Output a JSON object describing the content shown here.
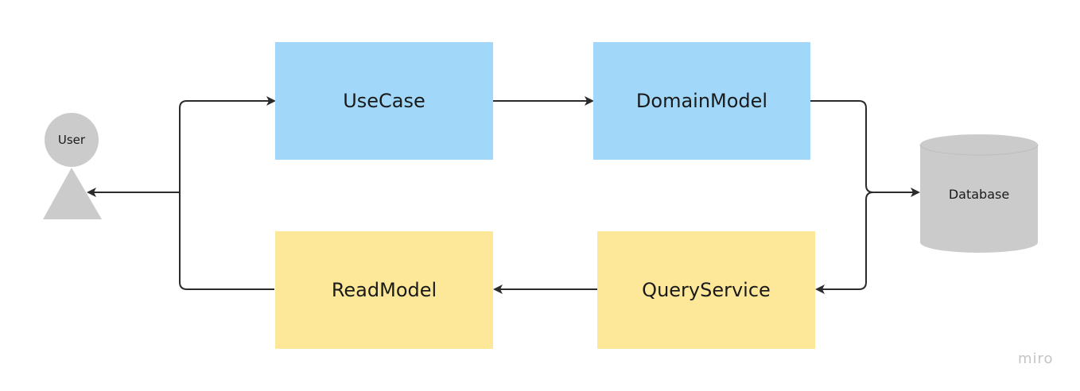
{
  "nodes": {
    "user": "User",
    "usecase": "UseCase",
    "domainmodel": "DomainModel",
    "database": "Database",
    "readmodel": "ReadModel",
    "queryservice": "QueryService"
  },
  "watermark": "miro",
  "colors": {
    "command_box": "#a1d8f9",
    "query_box": "#fde799",
    "actor_and_store": "#cbcbcb",
    "connector": "#2b2b2b"
  }
}
